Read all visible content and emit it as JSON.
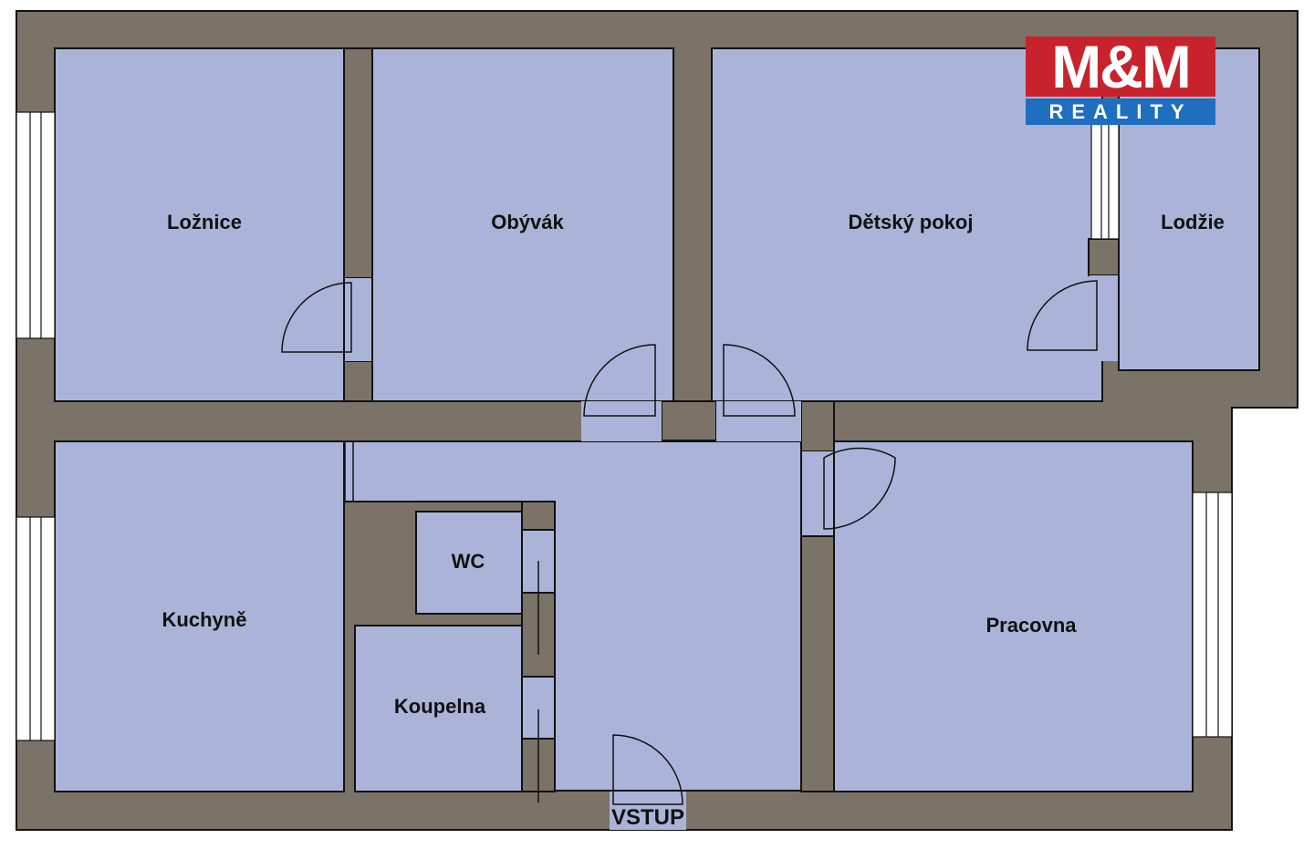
{
  "logo": {
    "brand": "M&M",
    "subtitle": "REALITY"
  },
  "rooms": {
    "loznice": "Ložnice",
    "obyvak": "Obývák",
    "detsky_pokoj": "Dětský pokoj",
    "lodzie": "Lodžie",
    "kuchyne": "Kuchyně",
    "wc": "WC",
    "koupelna": "Koupelna",
    "pracovna": "Pracovna",
    "vstup": "VSTUP"
  },
  "colors": {
    "wall": "#7b7367",
    "room": "#abb4d8",
    "outline": "#111111",
    "logo_red": "#c8232c",
    "logo_blue": "#1e6fc0"
  }
}
